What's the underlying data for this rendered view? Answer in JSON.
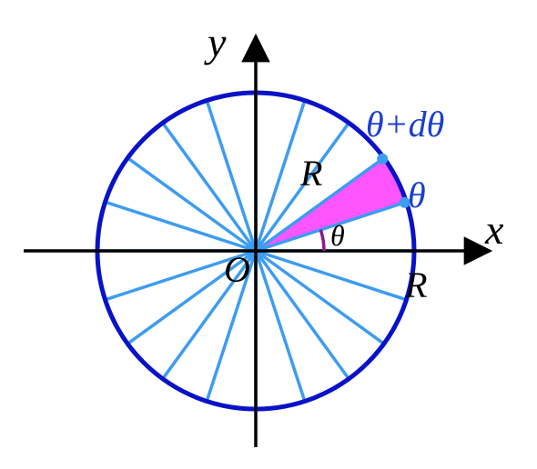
{
  "labels": {
    "y_axis": "y",
    "x_axis": "x",
    "origin": "O",
    "radius_on_sector": "R",
    "radius_on_axis": "R",
    "theta_at_point": "θ",
    "theta_plus_dtheta": "θ+dθ",
    "theta_angle": "θ"
  },
  "colors": {
    "circle": "#0a12c8",
    "spokes": "#3d9cf0",
    "sector_fill": "#ff55ff",
    "angle_arc": "#8b1a8b",
    "axes": "#000000",
    "theta_labels": "#1a3fd0"
  },
  "geometry": {
    "spoke_count": 20,
    "spoke_start_angle_deg": 0,
    "sector_start_angle_deg": 18,
    "sector_end_angle_deg": 36
  }
}
